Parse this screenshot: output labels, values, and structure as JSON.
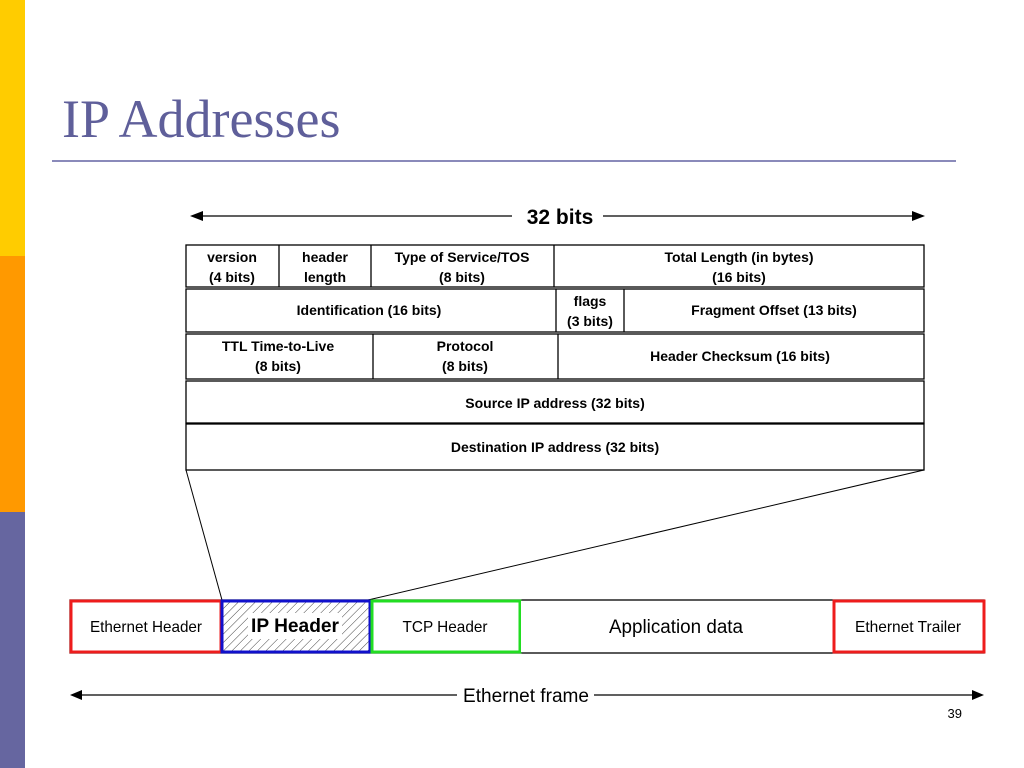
{
  "sidebar": {
    "colors": [
      "#ffcc00",
      "#ff9900",
      "#6666a0"
    ]
  },
  "slide": {
    "title": "IP Addresses",
    "page_number": "39"
  },
  "ip_header": {
    "width_label": "32 bits",
    "rows": [
      [
        {
          "line1": "version",
          "line2": "(4 bits)"
        },
        {
          "line1": "header",
          "line2": "length"
        },
        {
          "line1": "Type of Service/TOS",
          "line2": "(8 bits)"
        },
        {
          "line1": "Total Length (in bytes)",
          "line2": "(16 bits)"
        }
      ],
      [
        {
          "line1": "Identification (16 bits)"
        },
        {
          "line1": "flags",
          "line2": "(3 bits)"
        },
        {
          "line1": "Fragment Offset (13 bits)"
        }
      ],
      [
        {
          "line1": "TTL Time-to-Live",
          "line2": "(8 bits)"
        },
        {
          "line1": "Protocol",
          "line2": "(8 bits)"
        },
        {
          "line1": "Header Checksum (16 bits)"
        }
      ],
      [
        {
          "line1": "Source IP address (32 bits)"
        }
      ],
      [
        {
          "line1": "Destination IP address (32 bits)"
        }
      ]
    ]
  },
  "ethernet_frame": {
    "label": "Ethernet frame",
    "segments": [
      {
        "label": "Ethernet Header",
        "border_color": "#ee1c1c"
      },
      {
        "label": "IP Header",
        "border_color": "#1010cc"
      },
      {
        "label": "TCP Header",
        "border_color": "#22dd22"
      },
      {
        "label": "Application data",
        "border_color": "#000000"
      },
      {
        "label": "Ethernet Trailer",
        "border_color": "#ee1c1c"
      }
    ]
  }
}
